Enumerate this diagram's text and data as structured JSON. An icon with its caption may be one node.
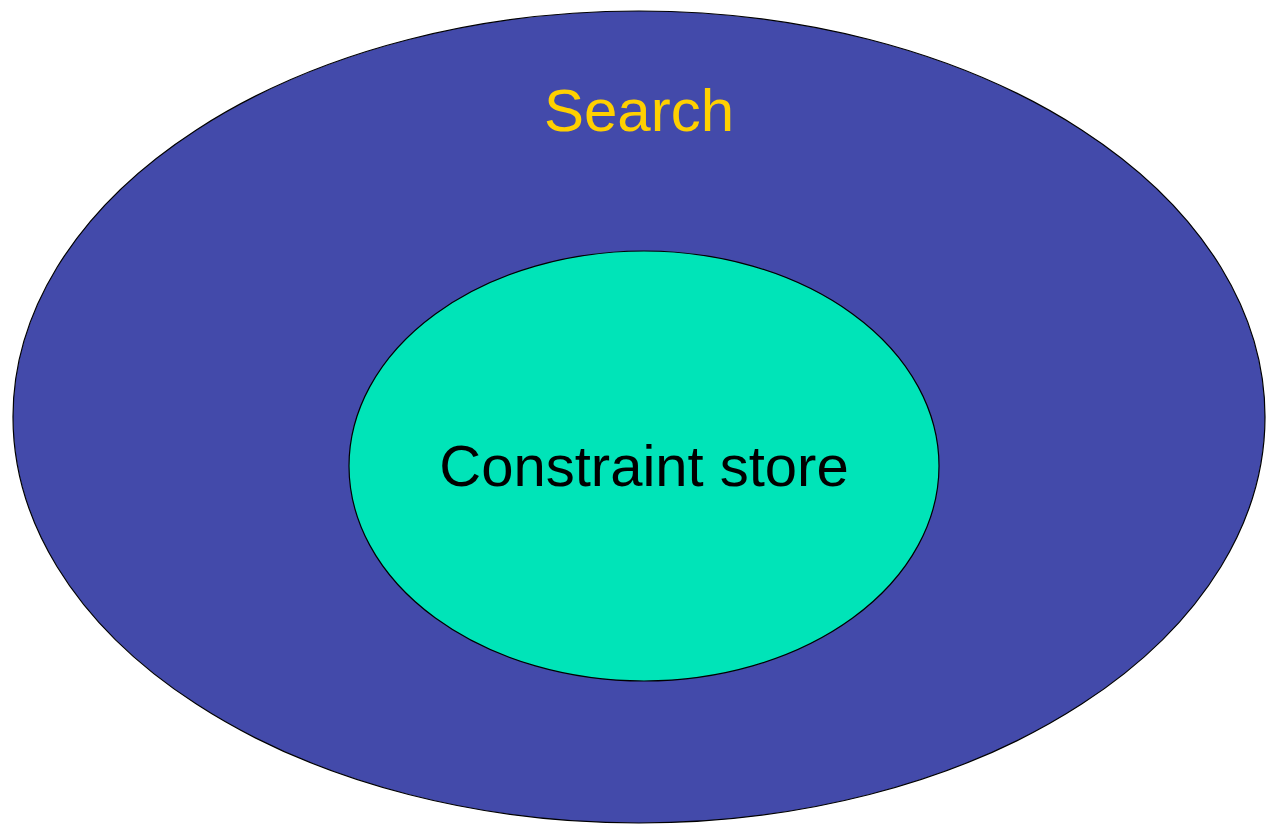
{
  "diagram": {
    "nodes": [
      {
        "text": [
          "Search"
        ]
      },
      {
        "text": [
          "Constraint store"
        ],
        "in": 0
      }
    ]
  }
}
